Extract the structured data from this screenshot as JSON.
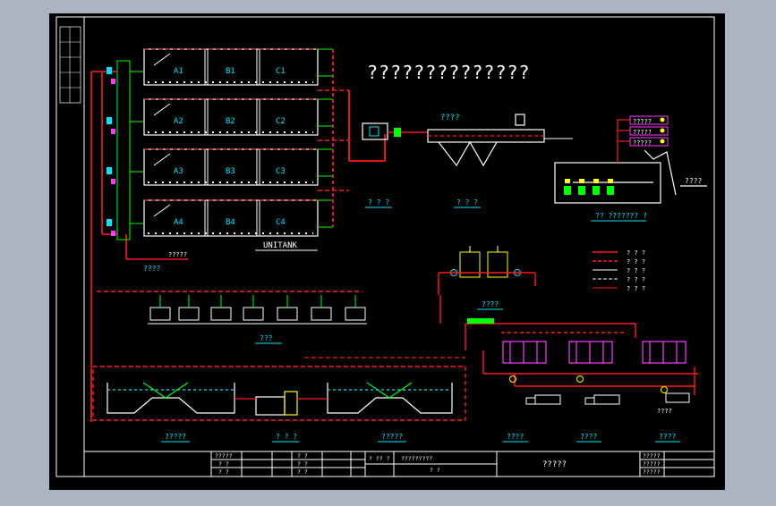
{
  "colors": {
    "background": "#aab4c2",
    "sheet": "#000000",
    "frame": "#ffffff",
    "pipe": "#ff1a1a",
    "structure": "#ffffff",
    "equipment": "#00ff00",
    "label": "#00e5ff",
    "accent": "#ff3cff",
    "note": "#ffff00"
  },
  "drawing": {
    "main_title": "??????????????",
    "tank_rows": [
      {
        "labels": [
          "A1",
          "B1",
          "C1"
        ]
      },
      {
        "labels": [
          "A2",
          "B2",
          "C2"
        ]
      },
      {
        "labels": [
          "A3",
          "B3",
          "C3"
        ]
      },
      {
        "labels": [
          "A4",
          "B4",
          "C4"
        ]
      }
    ],
    "unitank_label": "UNITANK",
    "sec_label_1": "? ? ?",
    "sec_label_2": "? ? ?",
    "thickener_label": "????",
    "pump_room_label": "?? ??????? ?",
    "station_label": "????",
    "flow_note": "?????",
    "blower_label": "???",
    "dosing_label": "????",
    "exit_note": "????",
    "chem_boxes": [
      "?????",
      "?????",
      "?????"
    ],
    "legend": [
      {
        "text": "? ? ?"
      },
      {
        "text": "? ? ?"
      },
      {
        "text": "? ? ?"
      },
      {
        "text": "? ? ?"
      },
      {
        "text": "? ? ?"
      }
    ],
    "bottom_labels": [
      "?????",
      "? ? ?",
      "?????",
      "????",
      "????",
      "????"
    ],
    "sludge_label": "????"
  },
  "title_block": {
    "left_cells": [
      "?????",
      "? ?",
      "? ?",
      "? ?",
      "? ?",
      "? ?"
    ],
    "mid_cells": [
      "? ?? ?",
      "?????????",
      "? ?"
    ],
    "title": "?????",
    "right_cells": [
      "?????",
      "?????",
      "?????"
    ]
  }
}
